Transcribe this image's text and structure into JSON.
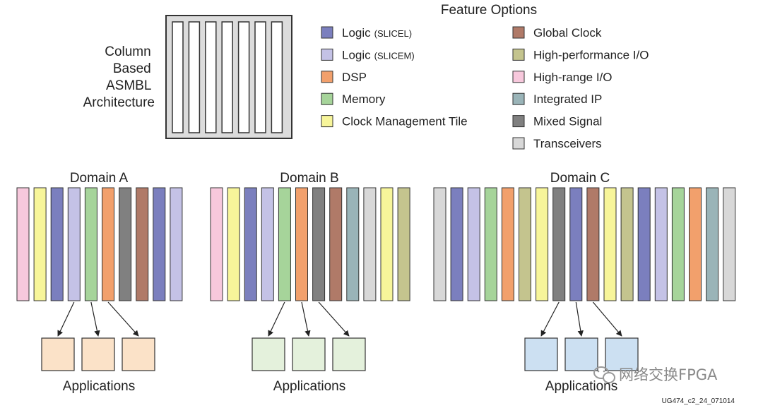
{
  "architecture": {
    "label_lines": [
      "Column",
      "Based",
      "ASMBL",
      "Architecture"
    ],
    "column_count": 7
  },
  "feature_options": {
    "title": "Feature Options",
    "items": [
      {
        "key": "slicel",
        "label": "Logic",
        "sub": "(SLICEL)",
        "color": "#7b7fbe"
      },
      {
        "key": "slicem",
        "label": "Logic",
        "sub": "(SLICEM)",
        "color": "#c4c2e6"
      },
      {
        "key": "dsp",
        "label": "DSP",
        "sub": "",
        "color": "#f2a06c"
      },
      {
        "key": "memory",
        "label": "Memory",
        "sub": "",
        "color": "#a6d49a"
      },
      {
        "key": "cmt",
        "label": "Clock Management Tile",
        "sub": "",
        "color": "#f7f59a"
      },
      {
        "key": "gclk",
        "label": "Global Clock",
        "sub": "",
        "color": "#b07a68"
      },
      {
        "key": "hpio",
        "label": "High-performance I/O",
        "sub": "",
        "color": "#c4c48e"
      },
      {
        "key": "hrio",
        "label": "High-range I/O",
        "sub": "",
        "color": "#f7c8dc"
      },
      {
        "key": "ip",
        "label": "Integrated IP",
        "sub": "",
        "color": "#9ab4b8"
      },
      {
        "key": "mixed",
        "label": "Mixed Signal",
        "sub": "",
        "color": "#808080"
      },
      {
        "key": "xcvr",
        "label": "Transceivers",
        "sub": "",
        "color": "#d8d8d8"
      }
    ]
  },
  "domains": [
    {
      "title": "Domain A",
      "app_label": "Applications",
      "app_color": "#fbe2c8",
      "columns": [
        "hrio",
        "cmt",
        "slicel",
        "slicem",
        "memory",
        "dsp",
        "mixed",
        "gclk",
        "slicel",
        "slicem"
      ]
    },
    {
      "title": "Domain B",
      "app_label": "Applications",
      "app_color": "#e4f1dc",
      "columns": [
        "hrio",
        "cmt",
        "slicel",
        "slicem",
        "memory",
        "dsp",
        "mixed",
        "gclk",
        "ip",
        "xcvr",
        "cmt",
        "hpio"
      ]
    },
    {
      "title": "Domain C",
      "app_label": "Applications",
      "app_color": "#cce0f2",
      "columns": [
        "xcvr",
        "slicel",
        "slicem",
        "memory",
        "dsp",
        "hpio",
        "cmt",
        "mixed",
        "slicel",
        "gclk",
        "cmt",
        "hpio",
        "slicel",
        "slicem",
        "memory",
        "dsp",
        "ip",
        "xcvr"
      ]
    }
  ],
  "watermark": "网络交换FPGA",
  "figure_id": "UG474_c2_24_071014"
}
